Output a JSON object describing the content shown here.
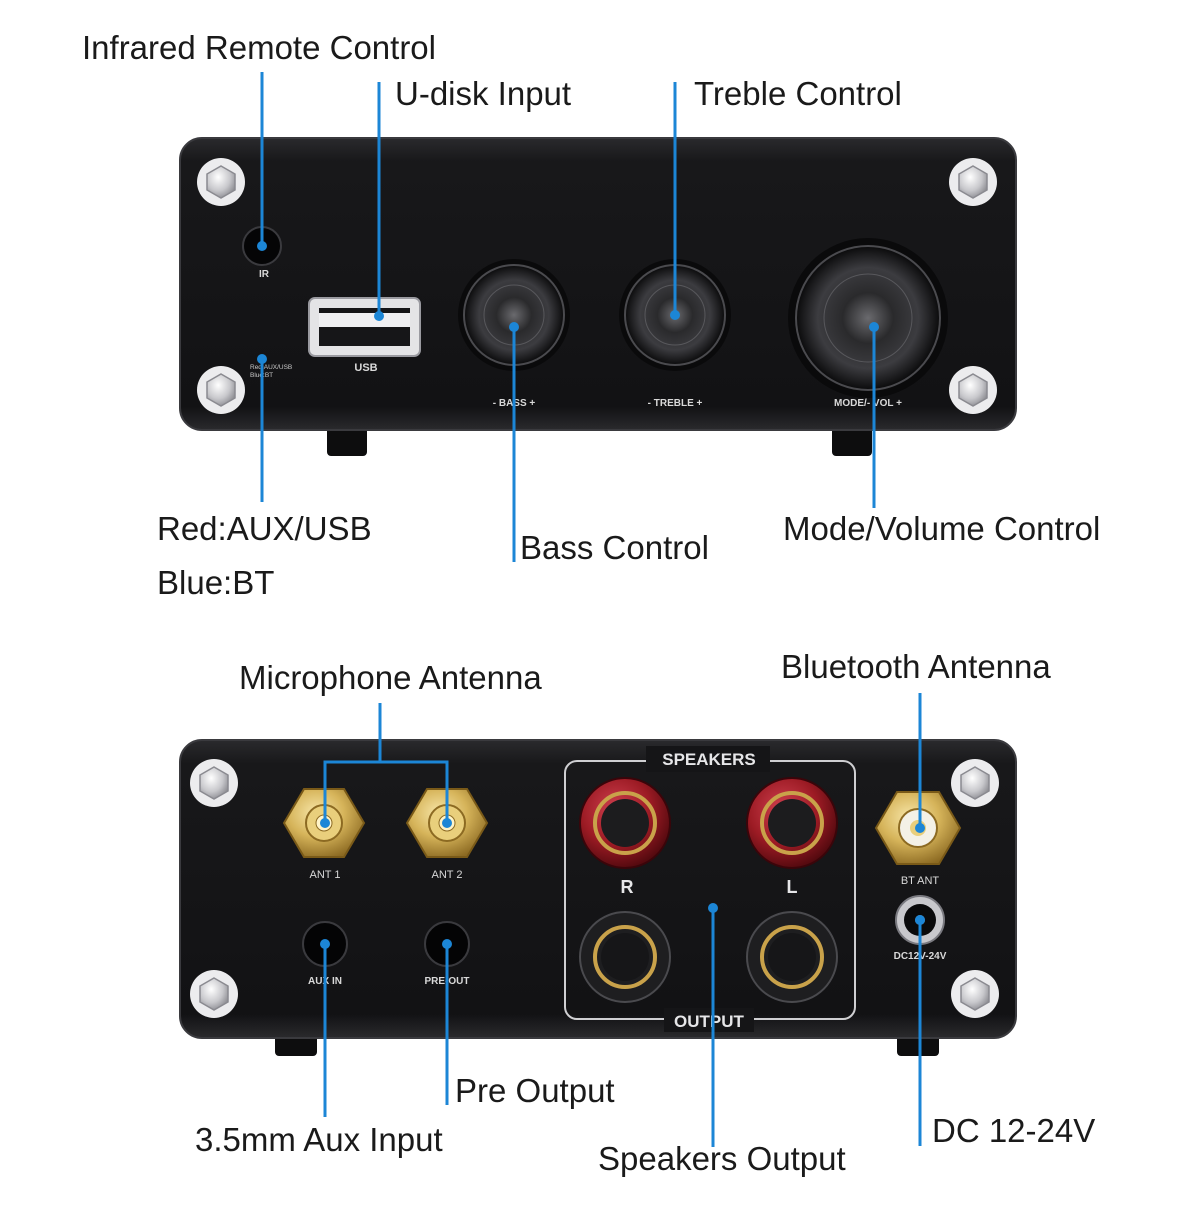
{
  "callouts": {
    "infrared_remote": "Infrared Remote Control",
    "u_disk_input": "U-disk Input",
    "treble_control": "Treble Control",
    "led_red": "Red:AUX/USB",
    "led_blue": "Blue:BT",
    "bass_control": "Bass Control",
    "mode_volume_control": "Mode/Volume Control",
    "microphone_antenna": "Microphone Antenna",
    "bluetooth_antenna": "Bluetooth Antenna",
    "pre_output": "Pre Output",
    "aux_input": "3.5mm Aux Input",
    "speakers_output": "Speakers Output",
    "dc_input": "DC 12-24V"
  },
  "front_panel": {
    "ir_label": "IR",
    "usb_label": "USB",
    "led_text_1": "Red:AUX/USB",
    "led_text_2": "Blue:BT",
    "bass_label": "- BASS +",
    "treble_label": "- TREBLE +",
    "volume_label": "MODE/- VOL +"
  },
  "rear_panel": {
    "ant1_label": "ANT 1",
    "ant2_label": "ANT 2",
    "bt_ant_label": "BT ANT",
    "aux_in_label": "AUX IN",
    "pre_out_label": "PRE-OUT",
    "dc_label": "DC12V-24V",
    "speakers_header": "SPEAKERS",
    "output_footer": "OUTPUT",
    "right_channel": "R",
    "left_channel": "L"
  },
  "colors": {
    "callout_line": "#1c86d6",
    "panel": "#151517",
    "panel_label": "#d9d9d9",
    "gold": "#d6b45a",
    "binding_red": "#9c1b24"
  }
}
